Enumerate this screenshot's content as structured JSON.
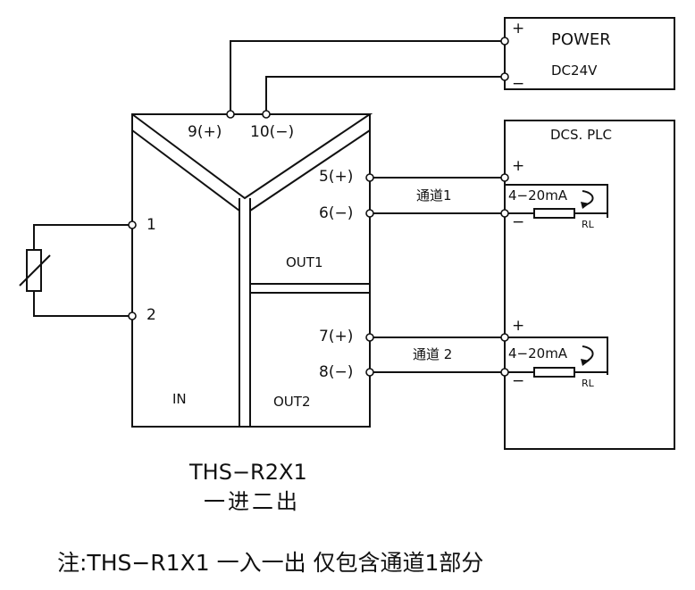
{
  "power": {
    "plus": "+",
    "name": "POWER",
    "voltage": "DC24V",
    "minus": "−"
  },
  "module": {
    "pin_9": "9(+)",
    "pin_10": "10(−)",
    "pin_5": "5(+)",
    "pin_6": "6(−)",
    "pin_7": "7(+)",
    "pin_8": "8(−)",
    "pin_1": "1",
    "pin_2": "2",
    "in_label": "IN",
    "out1_label": "OUT1",
    "out2_label": "OUT2"
  },
  "channels": [
    {
      "name": "通道1",
      "current": "4−20mA",
      "load": "RL",
      "plus": "+",
      "minus": "−"
    },
    {
      "name": "通道 2",
      "current": "4−20mA",
      "load": "RL",
      "plus": "+",
      "minus": "−"
    }
  ],
  "dcs": {
    "title": "DCS. PLC"
  },
  "model": {
    "name": "THS−R2X1",
    "desc": "一进二出"
  },
  "note": "注:THS−R1X1 一入一出 仅包含通道1部分",
  "colors": {
    "line": "#111111",
    "background": "#ffffff"
  }
}
